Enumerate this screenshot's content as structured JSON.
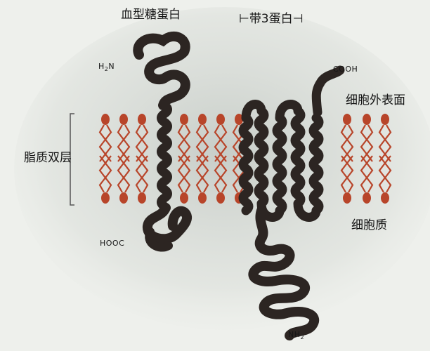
{
  "labels": {
    "glycophorin": "血型糖蛋白",
    "band3": "带3蛋白",
    "lipid_bilayer": "脂质双层",
    "outer_surface": "细胞外表面",
    "cytoplasm": "细胞质",
    "h2n_main": "H",
    "h2n_sub": "2",
    "h2n_tail": "N",
    "cooh": "COOH",
    "hooc": "HOOC",
    "nh2_main": "NH",
    "nh2_sub": "2"
  },
  "colors": {
    "background": "#eef0ec",
    "lipid": "#b8452a",
    "protein_dark": "#2c2522",
    "protein_mid": "#6a5a52",
    "haze": "#cbd0cb"
  }
}
